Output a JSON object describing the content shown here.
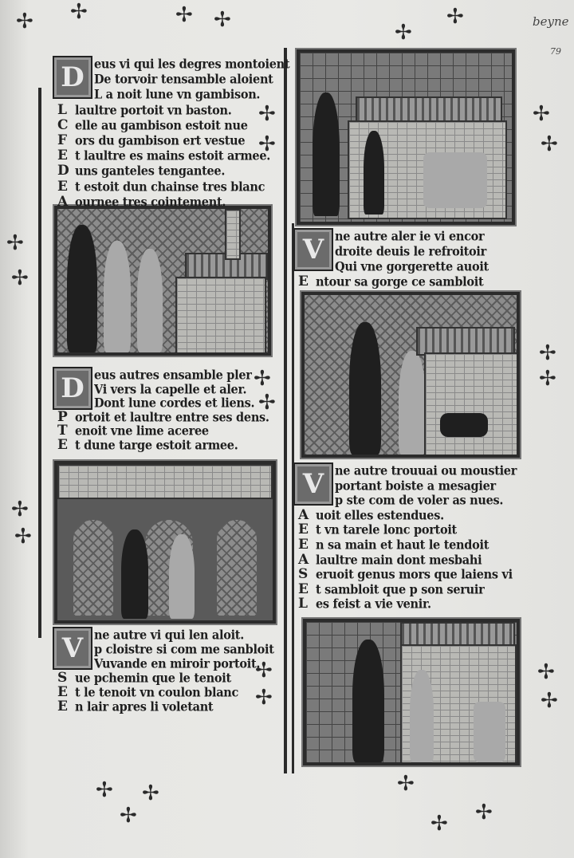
{
  "folio": {
    "heading": "beyne",
    "number": "79"
  },
  "left_column": {
    "block1": {
      "initial": "D",
      "lines": [
        {
          "v": "",
          "t": "eus vi qui les degres montoient"
        },
        {
          "v": "",
          "t": "De torvoir tensamble aloient"
        },
        {
          "v": "",
          "t": "L a noit lune vn gambison."
        },
        {
          "v": "L",
          "t": "laultre portoit vn baston."
        },
        {
          "v": "C",
          "t": "elle au gambison estoit nue"
        },
        {
          "v": "F",
          "t": "ors du gambison ert vestue"
        },
        {
          "v": "E",
          "t": "t laultre es mains estoit armee."
        },
        {
          "v": "D",
          "t": "uns ganteles tengantee."
        },
        {
          "v": "E",
          "t": "t estoit dun chainse tres blanc"
        },
        {
          "v": "A",
          "t": "ournee tres cointement."
        }
      ]
    },
    "block2": {
      "initial": "D",
      "lines": [
        {
          "v": "",
          "t": "eus autres ensamble pler"
        },
        {
          "v": "",
          "t": "Vi vers la capelle et aler."
        },
        {
          "v": "",
          "t": "Dont lune cordes et liens."
        },
        {
          "v": "P",
          "t": "ortoit et laultre entre ses dens."
        },
        {
          "v": "T",
          "t": "enoit vne lime aceree"
        },
        {
          "v": "E",
          "t": "t dune targe estoit armee."
        }
      ]
    },
    "block3": {
      "initial": "V",
      "lines": [
        {
          "v": "",
          "t": "ne autre vi qui len aloit."
        },
        {
          "v": "",
          "t": "p cloistre si com me sanbloit"
        },
        {
          "v": "",
          "t": "Vuvande en miroir portoit."
        },
        {
          "v": "S",
          "t": "ue pchemin que le tenoit"
        },
        {
          "v": "E",
          "t": "t le tenoit vn coulon blanc"
        },
        {
          "v": "E",
          "t": "n lair apres li voletant"
        }
      ]
    }
  },
  "right_column": {
    "block1": {
      "initial": "V",
      "lines": [
        {
          "v": "",
          "t": "ne autre aler ie vi encor"
        },
        {
          "v": "",
          "t": "droite deuis le refroitoir"
        },
        {
          "v": "",
          "t": "Qui vne gorgerette auoit"
        },
        {
          "v": "E",
          "t": "ntour sa gorge ce sambloit"
        }
      ]
    },
    "block2": {
      "initial": "V",
      "lines": [
        {
          "v": "",
          "t": "ne autre trouuai ou moustier"
        },
        {
          "v": "",
          "t": "portant boiste a mesagier"
        },
        {
          "v": "",
          "t": "p ste com de voler as nues."
        },
        {
          "v": "A",
          "t": "uoit elles estendues."
        },
        {
          "v": "E",
          "t": "t vn tarele lonc portoit"
        },
        {
          "v": "E",
          "t": "n sa main et haut le tendoit"
        },
        {
          "v": "A",
          "t": "laultre main dont mesbahi"
        },
        {
          "v": "S",
          "t": "eruoit genus mors que laiens vi"
        },
        {
          "v": "E",
          "t": "t sambloit que p son seruir"
        },
        {
          "v": "L",
          "t": "es feist a vie venir."
        }
      ]
    }
  }
}
